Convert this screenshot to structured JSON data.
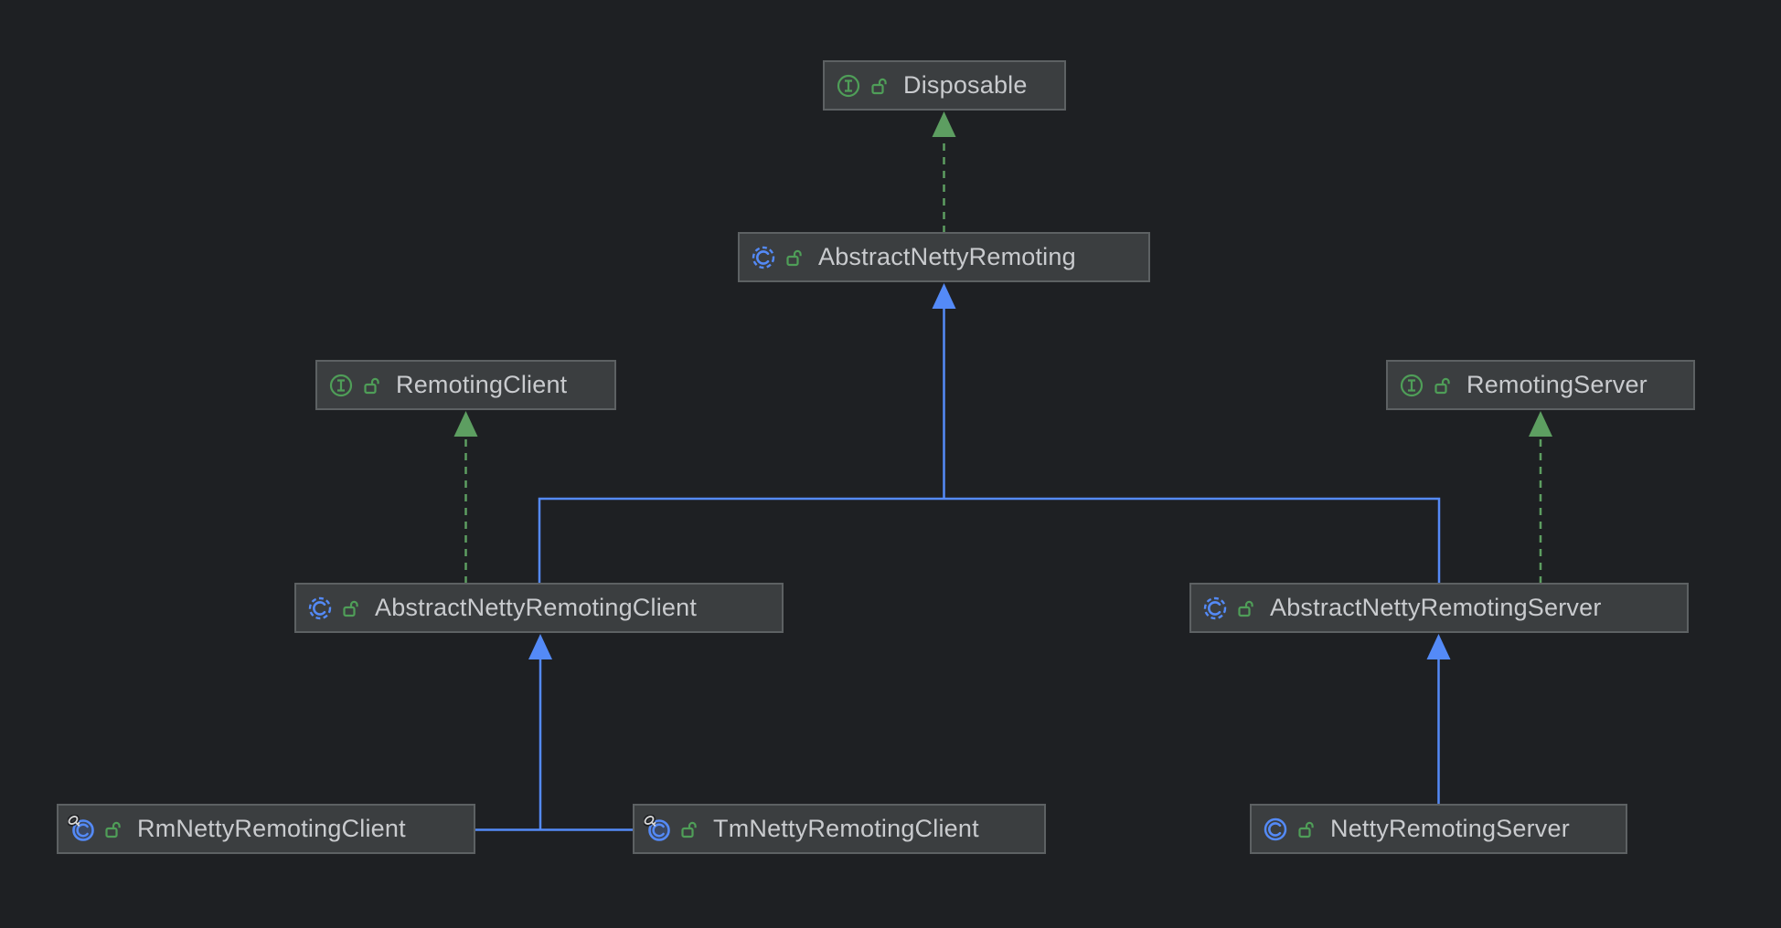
{
  "diagram": {
    "kind": "uml-class-hierarchy",
    "nodes": [
      {
        "label": "Disposable",
        "kind": "interface",
        "visibility": "public",
        "overlay": false
      },
      {
        "label": "AbstractNettyRemoting",
        "kind": "abstract-class",
        "visibility": "public",
        "overlay": false
      },
      {
        "label": "RemotingClient",
        "kind": "interface",
        "visibility": "public",
        "overlay": false
      },
      {
        "label": "RemotingServer",
        "kind": "interface",
        "visibility": "public",
        "overlay": false
      },
      {
        "label": "AbstractNettyRemotingClient",
        "kind": "abstract-class",
        "visibility": "public",
        "overlay": false
      },
      {
        "label": "AbstractNettyRemotingServer",
        "kind": "abstract-class",
        "visibility": "public",
        "overlay": false
      },
      {
        "label": "RmNettyRemotingClient",
        "kind": "class",
        "visibility": "public",
        "overlay": true
      },
      {
        "label": "TmNettyRemotingClient",
        "kind": "class",
        "visibility": "public",
        "overlay": true
      },
      {
        "label": "NettyRemotingServer",
        "kind": "class",
        "visibility": "public",
        "overlay": false
      }
    ],
    "edges": [
      {
        "from": "AbstractNettyRemoting",
        "to": "Disposable",
        "type": "implements"
      },
      {
        "from": "AbstractNettyRemotingClient",
        "to": "AbstractNettyRemoting",
        "type": "extends"
      },
      {
        "from": "AbstractNettyRemotingServer",
        "to": "AbstractNettyRemoting",
        "type": "extends"
      },
      {
        "from": "AbstractNettyRemotingClient",
        "to": "RemotingClient",
        "type": "implements"
      },
      {
        "from": "AbstractNettyRemotingServer",
        "to": "RemotingServer",
        "type": "implements"
      },
      {
        "from": "RmNettyRemotingClient",
        "to": "AbstractNettyRemotingClient",
        "type": "extends"
      },
      {
        "from": "TmNettyRemotingClient",
        "to": "AbstractNettyRemotingClient",
        "type": "extends"
      },
      {
        "from": "NettyRemotingServer",
        "to": "AbstractNettyRemotingServer",
        "type": "extends"
      }
    ]
  },
  "colors": {
    "canvas-bg": "#1e2023",
    "node-bg": "#3b3e40",
    "node-border": "#5d6163",
    "node-text": "#c9cbce",
    "extends-edge": "#548af7",
    "implements-edge": "#5d9e61",
    "interface-icon-green": "#4f9e58",
    "class-icon-blue": "#548af7",
    "lock-green": "#4f9e58",
    "key-overlay": "#d8d8d8"
  }
}
